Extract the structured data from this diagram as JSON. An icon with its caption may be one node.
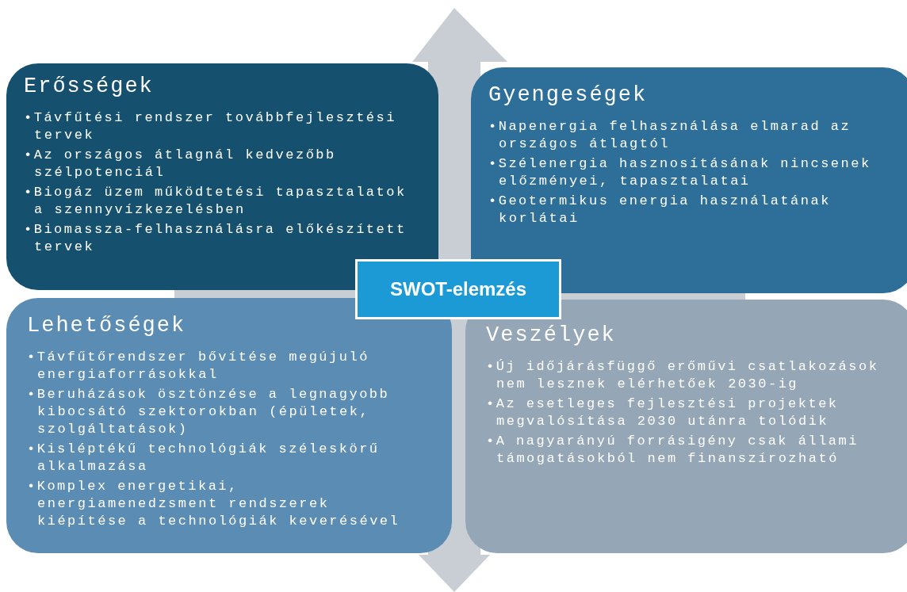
{
  "diagram": {
    "nodes": [
      {
        "text": [
          "Erősségek",
          "•Távfűtési rendszer továbbfejlesztési tervek",
          "•Az országos átlagnál kedvezőbb szélpotenciál",
          "•Biogáz üzem működtetési tapasztalatok a szennyvízkezelésben",
          "•Biomassza-felhasználásra előkészített tervek"
        ]
      },
      {
        "text": [
          "Gyengeségek",
          "•Napenergia felhasználása elmarad az országos átlagtól",
          "•Szélenergia hasznosításának nincsenek előzményei, tapasztalatai",
          "•Geotermikus energia használatának korlátai"
        ]
      },
      {
        "text": [
          "Lehetőségek",
          "•Távfűtőrendszer bővítése megújuló energiaforrásokkal",
          "•Beruházások ösztönzése a legnagyobb kibocsátó szektorokban (épületek, szolgáltatások)",
          "•Kisléptékű technológiák széleskörű alkalmazása",
          "•Komplex energetikai, energiamenedzsment  rendszerek kiépítése a technológiák keverésével"
        ]
      },
      {
        "text": [
          "Veszélyek",
          "•Új időjárásfüggő erőművi csatlakozások nem lesznek elérhetőek 2030-ig",
          "•Az esetleges fejlesztési projektek megvalósítása 2030 utánra tolódik",
          "•A nagyarányú forrásigény csak állami támogatásokból nem finanszírozható"
        ]
      },
      {
        "text": [
          "SWOT-elemzés"
        ]
      }
    ]
  }
}
